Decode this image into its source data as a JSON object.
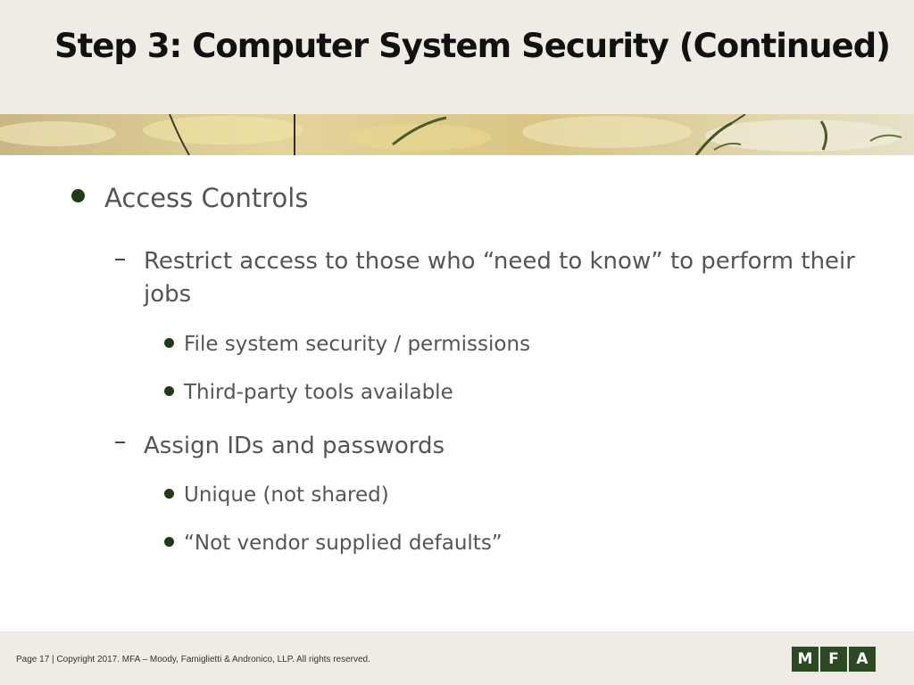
{
  "slide": {
    "title": "Step 3: Computer System Security (Continued)"
  },
  "content": {
    "level1": "Access Controls",
    "groups": [
      {
        "heading_line1": "Restrict access to those who “need to know” to perform their",
        "heading_line2": "jobs",
        "items": [
          "File system security / permissions",
          "Third-party tools available"
        ]
      },
      {
        "heading_line1": "Assign IDs and passwords",
        "items": [
          "Unique (not shared)",
          "“Not vendor supplied defaults”"
        ]
      }
    ]
  },
  "footer": {
    "text": "Page 17  |  Copyright 2017.  MFA – Moody, Famiglietti & Andronico, LLP.  All rights reserved.",
    "logo_letters": [
      "M",
      "F",
      "A"
    ]
  },
  "colors": {
    "band": "#eeece4",
    "bullet": "#1f3b17",
    "text": "#555555",
    "logo": "#2c4a22"
  }
}
